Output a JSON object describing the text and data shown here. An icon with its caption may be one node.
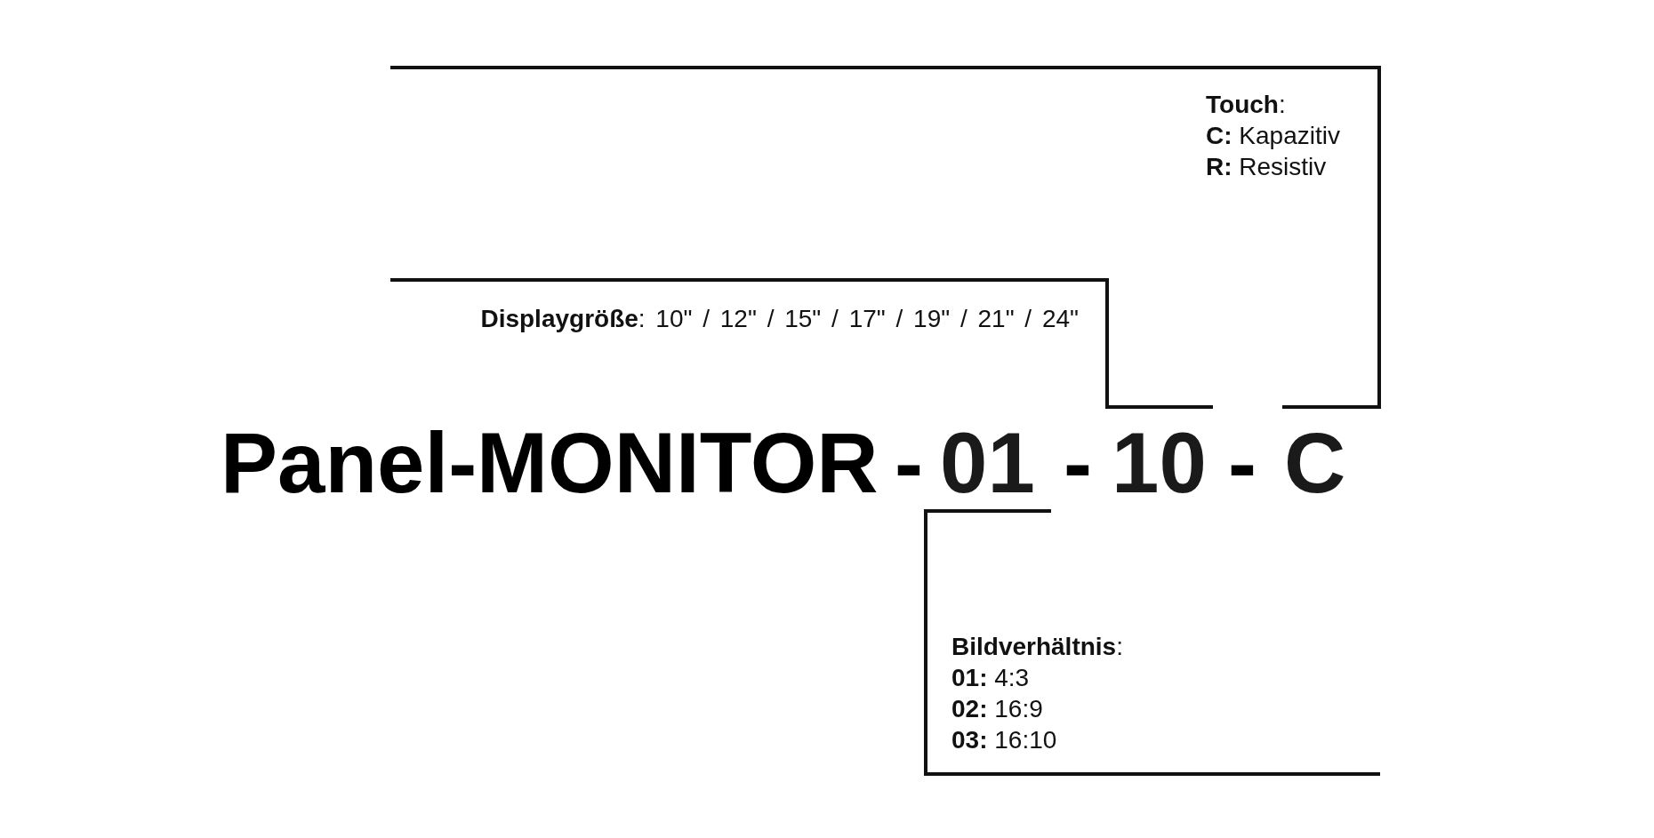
{
  "diagram": {
    "nodes": [
      {
        "text": [
          "**Touch**:",
          "**C:** Kapazitiv",
          "**R:** Resistiv"
        ]
      },
      {
        "text": [
          "**Displaygröße**: 10\" / 12\" / 15\" / 17\" / 19\" / 21\" / 24\""
        ],
        "in": 0
      },
      {
        "text": [
          "01"
        ]
      },
      {
        "text": [
          "10"
        ]
      },
      {
        "text": [
          "C"
        ]
      },
      {
        "text": [
          "**Bildverhältnis**:",
          "**01:** 4:3",
          "**02:** 16:9",
          "**03:** 16:10"
        ]
      }
    ],
    "edges": [
      {
        "from": 0,
        "to": 4,
        "arrow": "none"
      },
      {
        "from": 1,
        "to": 3,
        "arrow": "none"
      },
      {
        "from": 5,
        "to": 2,
        "arrow": "none"
      }
    ],
    "labels": [
      "Panel-MONITOR",
      "-",
      "-",
      "-"
    ]
  }
}
